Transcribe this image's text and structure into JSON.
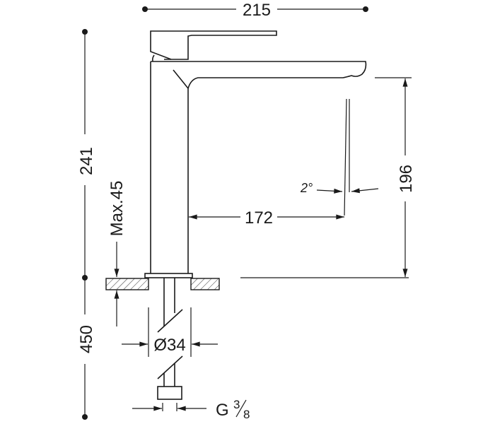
{
  "dimensions": {
    "width_total": "215",
    "height_total": "241",
    "under_counter_length": "450",
    "max_counter_thickness": "Max.45",
    "spout_height": "196",
    "spout_reach": "172",
    "base_diameter": "Ø34",
    "connection_thread": "G",
    "thread_numerator": "3",
    "thread_denominator": "8",
    "flow_angle": "2°"
  },
  "colors": {
    "line": "#1a1a1a",
    "background": "#ffffff"
  }
}
